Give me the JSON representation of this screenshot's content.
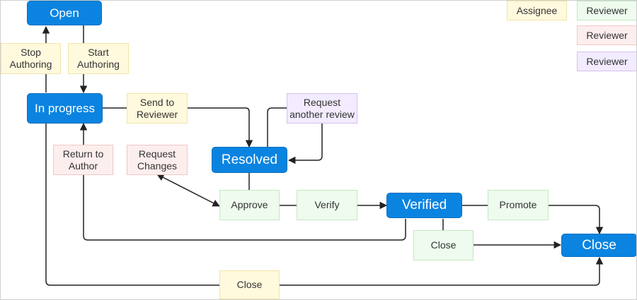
{
  "colors": {
    "state_fill": "#0a84e0",
    "assignee": "#fff9dd",
    "reviewer_approve": "#eefbee",
    "reviewer_return": "#fdeeee",
    "reviewer_request": "#f3ebff",
    "line": "#222222"
  },
  "legend": {
    "assignee": "Assignee",
    "reviewer_green": "Reviewer",
    "reviewer_red": "Reviewer",
    "reviewer_purple": "Reviewer"
  },
  "states": {
    "open": "Open",
    "in_progress": "In progress",
    "resolved": "Resolved",
    "verified": "Verified",
    "close": "Close"
  },
  "transitions": {
    "stop_authoring": "Stop\nAuthoring",
    "start_authoring": "Start\nAuthoring",
    "send_to_reviewer": "Send to\nReviewer",
    "request_another_review": "Request\nanother review",
    "return_to_author": "Return to\nAuthor",
    "request_changes": "Request\nChanges",
    "approve": "Approve",
    "verify": "Verify",
    "promote": "Promote",
    "close_from_verified": "Close",
    "close_from_in_progress": "Close"
  }
}
